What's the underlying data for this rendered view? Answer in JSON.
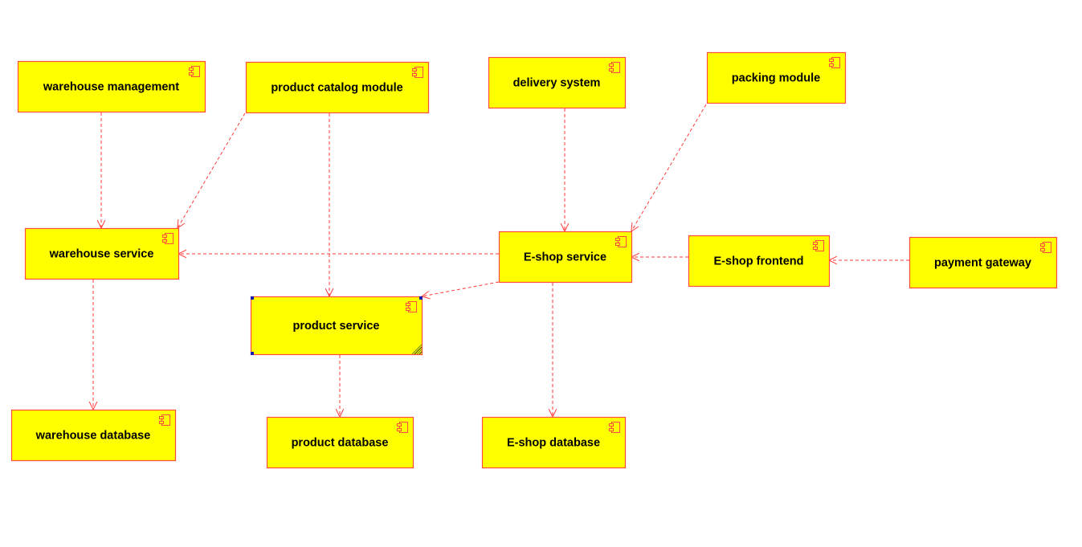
{
  "diagram": {
    "colors": {
      "fill": "#ffff00",
      "border": "#ff4d3d",
      "edge": "#ff3b3b",
      "selection_handle": "#1a1aaa",
      "background": "#ffffff"
    },
    "icon": "component-icon",
    "components": [
      {
        "id": "warehouse-management",
        "label": "warehouse management"
      },
      {
        "id": "product-catalog-module",
        "label": "product catalog module"
      },
      {
        "id": "delivery-system",
        "label": "delivery system"
      },
      {
        "id": "packing-module",
        "label": "packing module"
      },
      {
        "id": "warehouse-service",
        "label": "warehouse service"
      },
      {
        "id": "e-shop-service",
        "label": "E-shop service"
      },
      {
        "id": "e-shop-frontend",
        "label": "E-shop frontend"
      },
      {
        "id": "payment-gateway",
        "label": "payment gateway"
      },
      {
        "id": "product-service",
        "label": "product service",
        "selected": true
      },
      {
        "id": "warehouse-database",
        "label": "warehouse database"
      },
      {
        "id": "product-database",
        "label": "product database"
      },
      {
        "id": "e-shop-database",
        "label": "E-shop database"
      }
    ],
    "dependencies": [
      {
        "from": "warehouse-management",
        "to": "warehouse-service"
      },
      {
        "from": "product-catalog-module",
        "to": "warehouse-service"
      },
      {
        "from": "product-catalog-module",
        "to": "product-service"
      },
      {
        "from": "delivery-system",
        "to": "e-shop-service"
      },
      {
        "from": "packing-module",
        "to": "e-shop-service"
      },
      {
        "from": "e-shop-service",
        "to": "warehouse-service"
      },
      {
        "from": "e-shop-service",
        "to": "product-service"
      },
      {
        "from": "e-shop-service",
        "to": "e-shop-database"
      },
      {
        "from": "e-shop-frontend",
        "to": "e-shop-service"
      },
      {
        "from": "payment-gateway",
        "to": "e-shop-frontend"
      },
      {
        "from": "warehouse-service",
        "to": "warehouse-database"
      },
      {
        "from": "product-service",
        "to": "product-database"
      }
    ]
  }
}
